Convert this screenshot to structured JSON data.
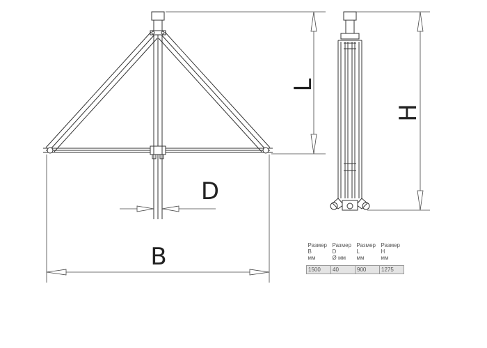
{
  "dimension_labels": {
    "b": "B",
    "d": "D",
    "l": "L",
    "h": "H"
  },
  "spec_table": {
    "headers": [
      {
        "title": "Размер",
        "symbol": "B",
        "unit": "мм"
      },
      {
        "title": "Размер",
        "symbol": "D",
        "unit": "Ø мм"
      },
      {
        "title": "Размер",
        "symbol": "L",
        "unit": "мм"
      },
      {
        "title": "Размер",
        "symbol": "H",
        "unit": "мм"
      }
    ],
    "values": [
      "1500",
      "40",
      "900",
      "1275"
    ]
  }
}
